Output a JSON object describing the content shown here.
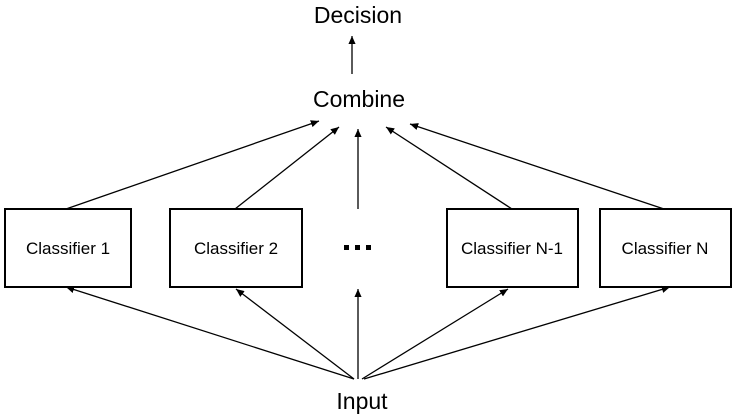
{
  "diagram": {
    "decision_label": "Decision",
    "combine_label": "Combine",
    "input_label": "Input",
    "ellipsis": "…",
    "classifiers": [
      {
        "label": "Classifier 1"
      },
      {
        "label": "Classifier 2"
      },
      {
        "label": "Classifier N-1"
      },
      {
        "label": "Classifier N"
      }
    ]
  },
  "colors": {
    "stroke": "#000000",
    "background": "#ffffff"
  }
}
